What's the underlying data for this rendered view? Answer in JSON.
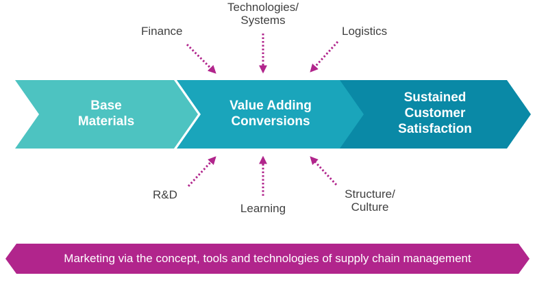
{
  "colors": {
    "chevron_1": "#4DC3C1",
    "chevron_2": "#1AA5BB",
    "chevron_3": "#0A89A6",
    "accent": "#B1258C",
    "label_text": "#404040"
  },
  "chevrons": [
    {
      "line1": "Base",
      "line2": "Materials"
    },
    {
      "line1": "Value Adding",
      "line2": "Conversions"
    },
    {
      "line1": "Sustained",
      "line2": "Customer",
      "line3": "Satisfaction"
    }
  ],
  "influences": {
    "finance": "Finance",
    "tech_line1": "Technologies/",
    "tech_line2": "Systems",
    "logistics": "Logistics",
    "rnd": "R&D",
    "learning": "Learning",
    "structure_line1": "Structure/",
    "structure_line2": "Culture"
  },
  "banner": {
    "text": "Marketing via the concept, tools and technologies of supply chain management"
  }
}
